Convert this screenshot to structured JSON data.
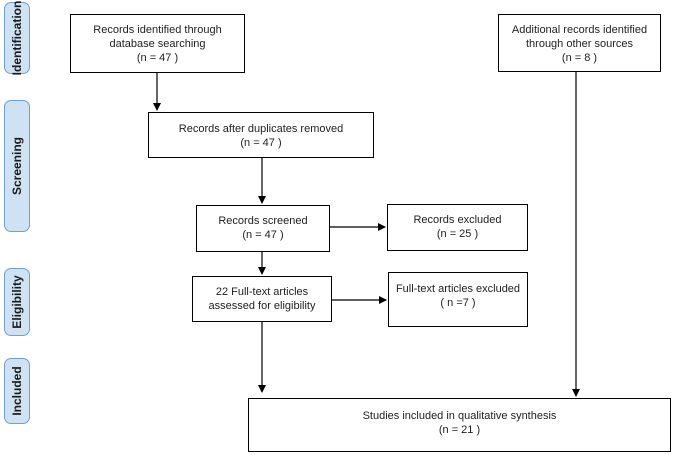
{
  "stages": {
    "identification": "Identification",
    "screening": "Screening",
    "eligibility": "Eligibility",
    "included": "Included"
  },
  "boxes": {
    "database_search": {
      "line1": "Records identified through",
      "line2": "database searching",
      "line3": "(n =  47 )"
    },
    "other_sources": {
      "line1": "Additional records identified",
      "line2": "through other sources",
      "line3": "(n = 8 )"
    },
    "duplicates_removed": {
      "line1": "Records after duplicates removed",
      "line2": "(n = 47 )"
    },
    "screened": {
      "line1": "Records screened",
      "line2": "(n = 47 )"
    },
    "excluded": {
      "line1": "Records excluded",
      "line2": "(n =  25 )"
    },
    "fulltext_assessed": {
      "line1": "22 Full-text articles",
      "line2": "assessed for eligibility"
    },
    "fulltext_excluded": {
      "line1": "Full-text articles excluded",
      "line2": "( n =7 )"
    },
    "included": {
      "line1": "Studies included in qualitative synthesis",
      "line2": "(n = 21 )"
    }
  },
  "colors": {
    "stage_fill": "#cfe2f3",
    "stage_border": "#6f9fd6",
    "line": "#000000"
  }
}
